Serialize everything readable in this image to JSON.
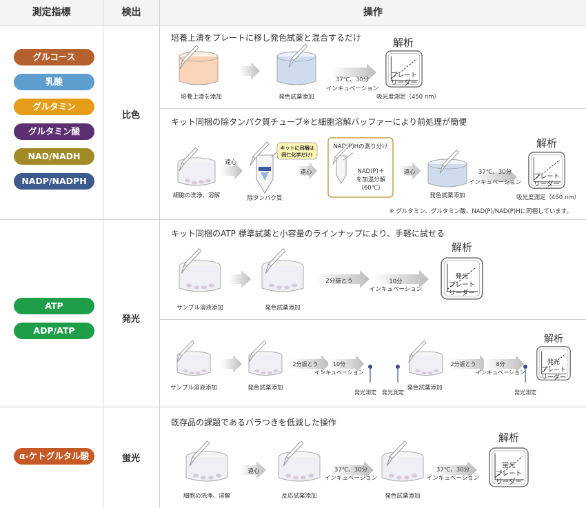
{
  "header": {
    "col1": "測定指標",
    "col2": "検出",
    "col3": "操作"
  },
  "colors": {
    "header_bg": "#f4f4f4",
    "grid": "#d0d0d0",
    "arrow": "#cccccc",
    "diag_line": "#a6a6a6",
    "kit_box": "#c9a04f",
    "callout": "#fff6b3"
  },
  "sections": [
    {
      "detection": "比色",
      "pills": [
        {
          "label": "グルコース",
          "color": "#b5612f"
        },
        {
          "label": "乳酸",
          "color": "#5e9ece"
        },
        {
          "label": "グルタミン",
          "color": "#e59c18"
        },
        {
          "label": "グルタミン酸",
          "color": "#5c2f73"
        },
        {
          "label": "NAD/NADH",
          "color": "#a28a27"
        },
        {
          "label": "NADP/NADPH",
          "color": "#3d5a8e"
        }
      ],
      "protocols": [
        {
          "heading": "培養上清をプレートに移し発色試薬と混合するだけ",
          "labels": {
            "step1": "培養上清を添加",
            "step2": "発色試薬添加",
            "cond1": "37℃、30分",
            "cond2": "インキュベーション",
            "analysis": "解析",
            "reader1": "プレート",
            "reader2": "リーダー",
            "measure": "吸光度測定（450 nm）"
          }
        },
        {
          "heading": "キット同梱の除タンパク質チューブ※と細胞溶解バッファーにより前処理が簡便",
          "labels": {
            "step1": "細胞の洗浄、溶解",
            "spin1": "遠心",
            "step2": "除タンパク質",
            "callout1": "キットに同梱は",
            "callout2": "同仁化学だけ!",
            "spin2": "遠心",
            "box_title": "NAD(P)Hの測り分け",
            "box_line1": "NAD(P)＋",
            "box_line2": "を加温分解",
            "box_line3": "(60℃)",
            "spin3": "遠心",
            "step3": "発色試薬添加",
            "cond1": "37℃、30分",
            "cond2": "インキュベーション",
            "analysis": "解析",
            "reader1": "プレート",
            "reader2": "リーダー",
            "measure": "吸光度測定（450 nm）"
          },
          "note": "※ グルタミン、グルタミン酸、NAD(P)/NAD(P)Hに同梱しています。"
        }
      ]
    },
    {
      "detection": "発光",
      "pills": [
        {
          "label": "ATP",
          "color": "#1f9e4a"
        },
        {
          "label": "ADP/ATP",
          "color": "#1f9e4a"
        }
      ],
      "protocols": [
        {
          "heading": "キット同梱のATP 標準試薬と小容量のラインナップにより、手軽に試せる",
          "labels": {
            "step1": "サンプル溶液添加",
            "step2": "発色試薬添加",
            "cond1": "2分振とう",
            "cond2a": "10分",
            "cond2b": "インキュベーション",
            "analysis": "解析",
            "reader0": "発光",
            "reader1": "プレート",
            "reader2": "リーダー"
          }
        },
        {
          "heading": "",
          "labels": {
            "step1": "サンプル溶液添加",
            "step2": "発色試薬添加",
            "cond1": "2分振とう",
            "cond2a": "10分",
            "cond2b": "インキュベーション",
            "measure1": "発光測定",
            "measure2": "発光測定",
            "step3": "発色試薬添加",
            "cond3": "2分振とう",
            "cond4a": "8分",
            "cond4b": "インキュベーション",
            "measure3": "発光測定",
            "analysis": "解析",
            "reader0": "発光",
            "reader1": "プレート",
            "reader2": "リーダー"
          }
        }
      ]
    },
    {
      "detection": "蛍光",
      "pills": [
        {
          "label": "α-ケトグルタル酸",
          "color": "#c55a26"
        }
      ],
      "protocols": [
        {
          "heading": "既存品の課題であるバラつきを低減した操作",
          "labels": {
            "step1": "細胞の洗浄、溶解",
            "spin1": "遠心",
            "step2": "反応試薬添加",
            "cond1": "37℃、30分",
            "cond2": "インキュベーション",
            "step3": "発色試薬添加",
            "cond3": "37℃、30分",
            "cond4": "インキュベーション",
            "analysis": "解析",
            "reader0": "蛍光",
            "reader1": "プレート",
            "reader2": "リーダー"
          }
        }
      ]
    }
  ]
}
